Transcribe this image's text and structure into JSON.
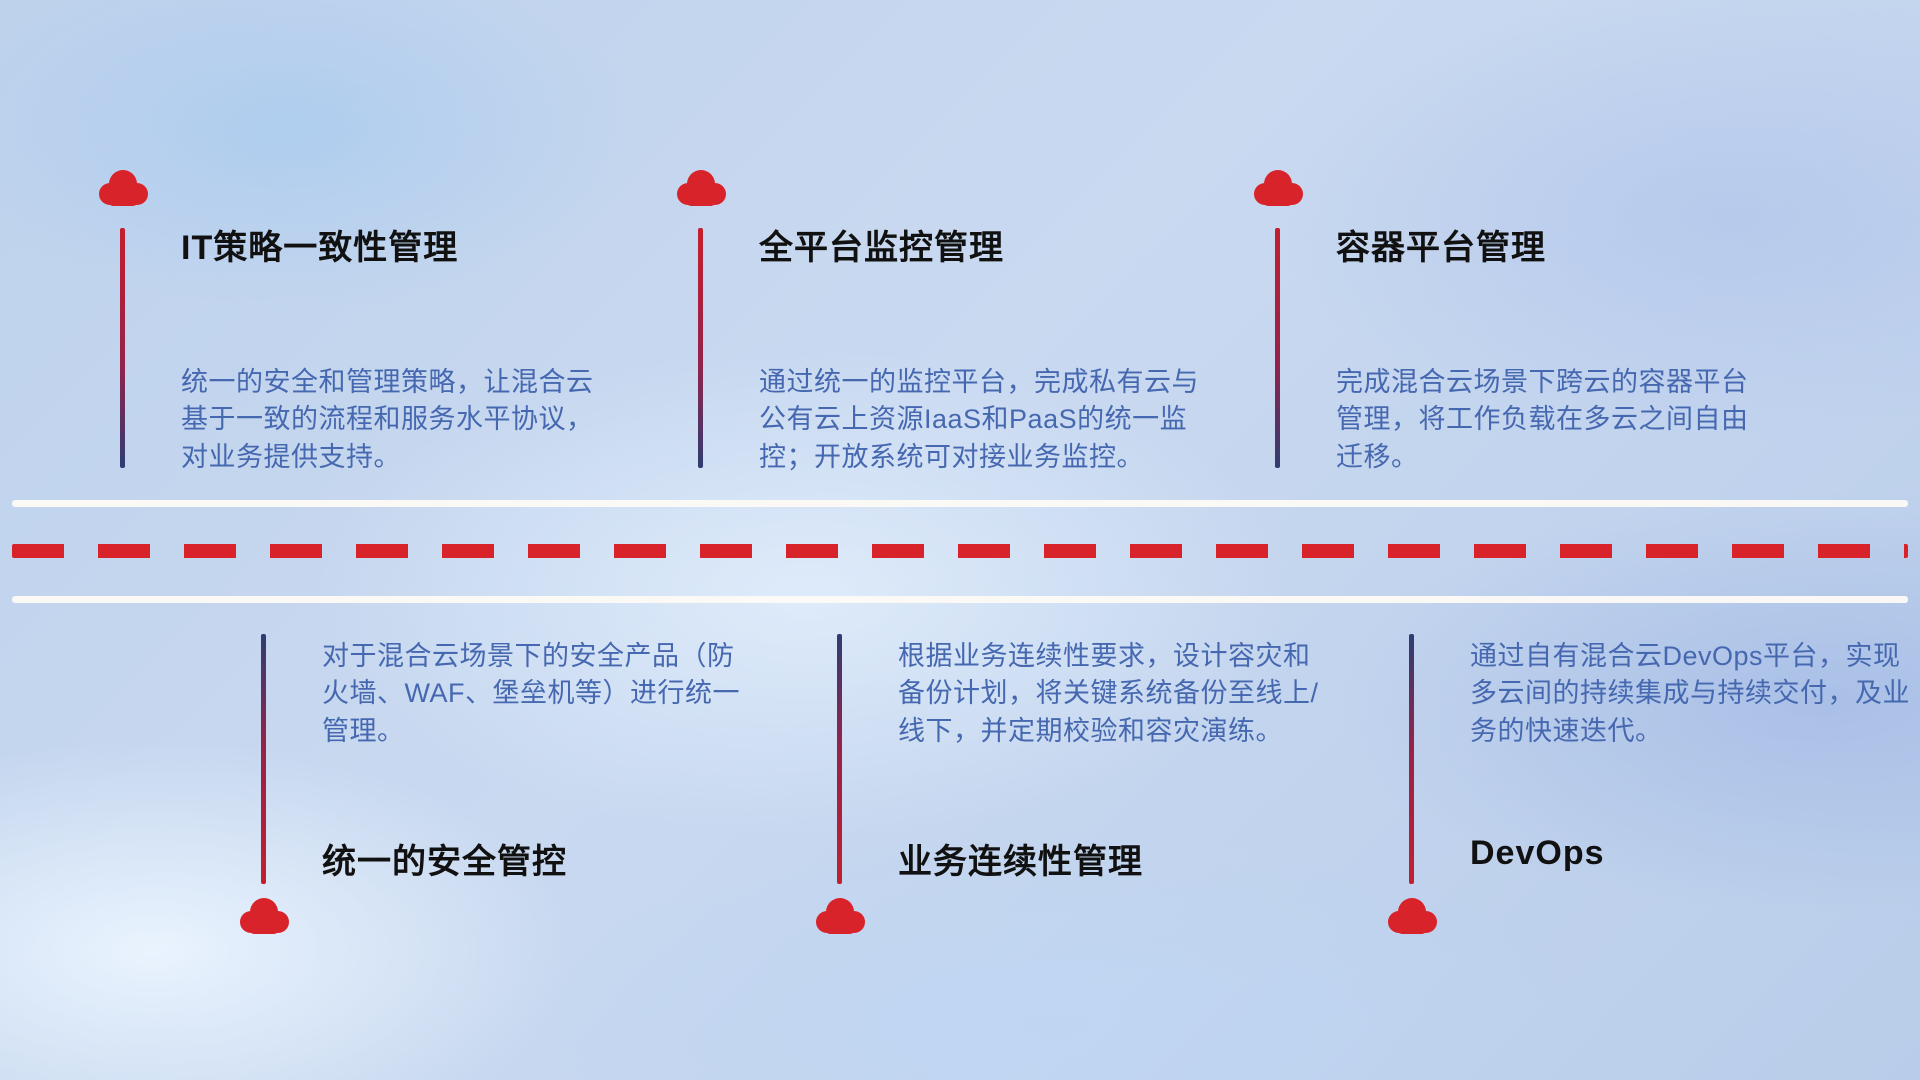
{
  "items": [
    {
      "title": "IT策略一致性管理",
      "desc": "统一的安全和管理策略，让混合云基于一致的流程和服务水平协议，对业务提供支持。",
      "position": "top"
    },
    {
      "title": "全平台监控管理",
      "desc": "通过统一的监控平台，完成私有云与公有云上资源IaaS和PaaS的统一监控；开放系统可对接业务监控。",
      "position": "top"
    },
    {
      "title": "容器平台管理",
      "desc": "完成混合云场景下跨云的容器平台管理，将工作负载在多云之间自由迁移。",
      "position": "top"
    },
    {
      "title": "统一的安全管控",
      "desc": "对于混合云场景下的安全产品（防火墙、WAF、堡垒机等）进行统一管理。",
      "position": "bottom"
    },
    {
      "title": "业务连续性管理",
      "desc": "根据业务连续性要求，设计容灾和备份计划，将关键系统备份至线上/线下，并定期校验和容灾演练。",
      "position": "bottom"
    },
    {
      "title": "DevOps",
      "desc": "通过自有混合云DevOps平台，实现多云间的持续集成与持续交付，及业务的快速迭代。",
      "position": "bottom"
    }
  ],
  "colors": {
    "cloud_red": "#d8232a",
    "dash_red": "#d8232a",
    "pole_red": "#c41f2e",
    "pole_blue": "#2e3d72",
    "desc_blue": "#4668b0",
    "title_black": "#111111",
    "road_white": "#fcfaf6"
  }
}
